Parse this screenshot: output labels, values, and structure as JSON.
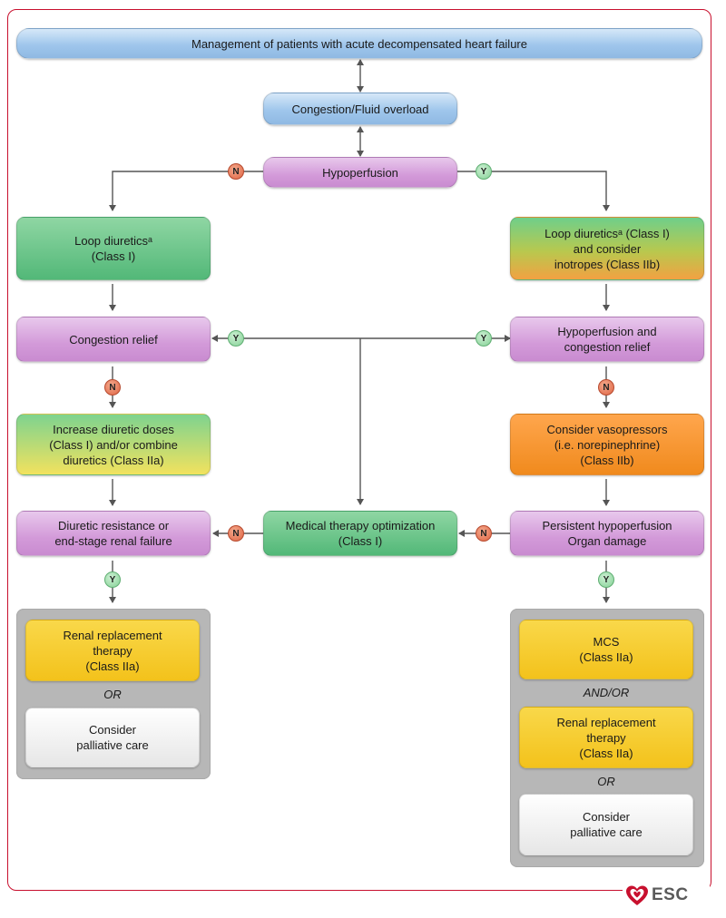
{
  "title": "Management of patients with acute decompensated heart failure",
  "nodes": {
    "congestion": "Congestion/Fluid overload",
    "hypoperfusion": "Hypoperfusion",
    "left_loop": "Loop diureticsᵃ\n(Class I)",
    "right_loop": "Loop diureticsᵃ (Class I)\nand consider\ninotropes (Class IIb)",
    "congestion_relief": "Congestion relief",
    "hypo_congestion_relief": "Hypoperfusion and\ncongestion relief",
    "increase_diuretic": "Increase diuretic doses\n(Class I) and/or combine\ndiuretics (Class IIa)",
    "vasopressors": "Consider vasopressors\n(i.e. norepinephrine)\n(Class IIb)",
    "diuretic_resistance": "Diuretic resistance or\nend-stage renal failure",
    "medical_therapy": "Medical therapy optimization\n(Class I)",
    "persistent_hypo": "Persistent hypoperfusion\nOrgan damage",
    "left_rrt": "Renal replacement\ntherapy\n(Class IIa)",
    "left_palliative": "Consider\npalliative care",
    "mcs": "MCS\n(Class IIa)",
    "right_rrt": "Renal replacement\ntherapy\n(Class IIa)",
    "right_palliative": "Consider\npalliative care"
  },
  "connectors": {
    "or_left": "OR",
    "andor_right": "AND/OR",
    "or_right": "OR"
  },
  "badges": {
    "no": "N",
    "yes": "Y"
  },
  "logo": {
    "text": "ESC",
    "color": "#c8102e"
  }
}
